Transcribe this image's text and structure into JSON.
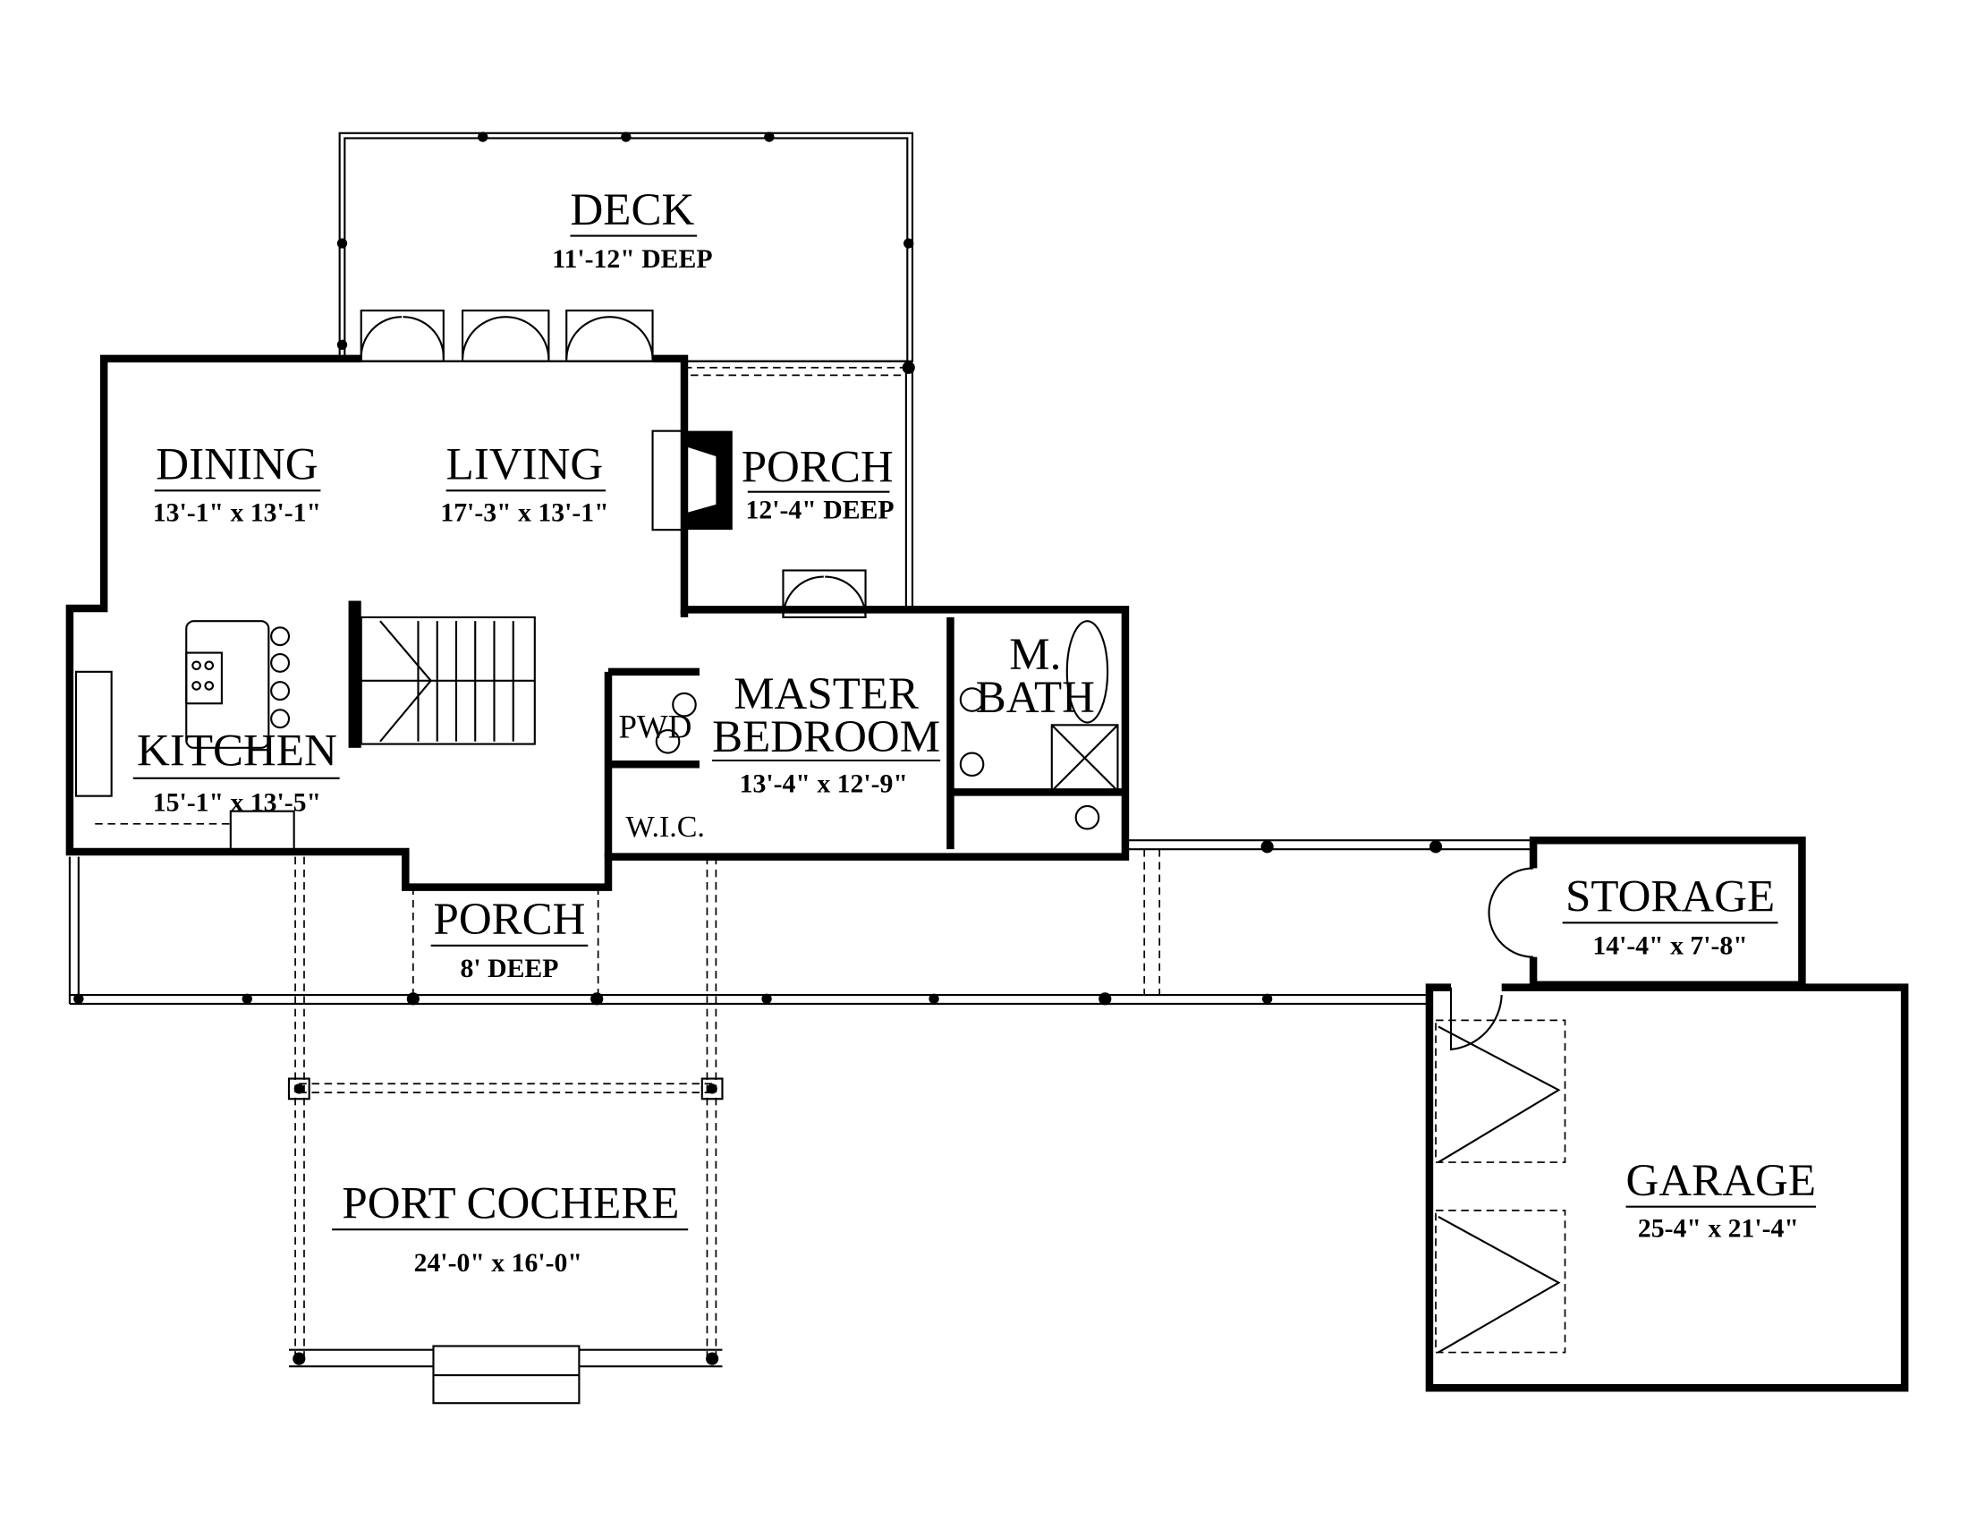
{
  "plan": {
    "rooms": [
      {
        "name": "DECK",
        "size": "11'-12\" DEEP"
      },
      {
        "name": "DINING",
        "size": "13'-1\" x 13'-1\""
      },
      {
        "name": "LIVING",
        "size": "17'-3\" x 13'-1\""
      },
      {
        "name": "PORCH",
        "size": "12'-4\" DEEP"
      },
      {
        "name": "KITCHEN",
        "size": "15'-1\" x 13'-5\""
      },
      {
        "name": "MASTER",
        "name2": "BEDROOM",
        "size": "13'-4\" x 12'-9\""
      },
      {
        "name": "M.",
        "name2": "BATH"
      },
      {
        "name": "PWD"
      },
      {
        "name": "W.I.C."
      },
      {
        "name": "PORCH",
        "size": "8' DEEP"
      },
      {
        "name": "STORAGE",
        "size": "14'-4\" x 7'-8\""
      },
      {
        "name": "PORT COCHERE",
        "size": "24'-0\" x 16'-0\""
      },
      {
        "name": "GARAGE",
        "size": "25-4\" x 21'-4\""
      }
    ]
  }
}
